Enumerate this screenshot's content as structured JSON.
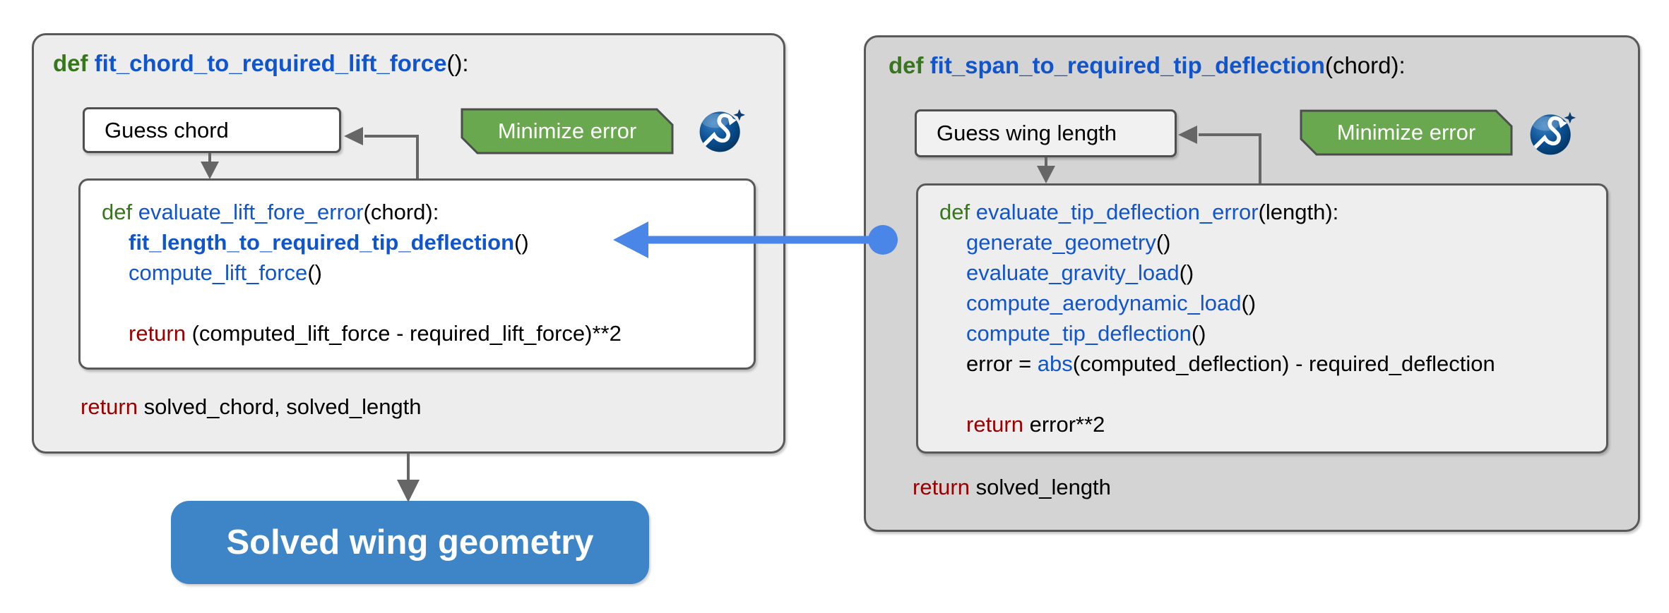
{
  "colors": {
    "keyword_green": "#38761d",
    "function_blue": "#1155cc",
    "return_red": "#990000",
    "green_button": "#6aa84f",
    "blue_button": "#3d85c6",
    "arrow_blue": "#4a86e8",
    "line_gray": "#666666"
  },
  "left_panel": {
    "signature": [
      {
        "tokens": [
          {
            "t": "def ",
            "c": "kwb"
          },
          {
            "t": "fit_chord_to_required_lift_force",
            "c": "fnb"
          },
          {
            "t": "():",
            "c": "pl"
          }
        ]
      }
    ],
    "guess_label": "Guess chord",
    "minimize_label": "Minimize error",
    "scipy_icon": "scipy-logo",
    "code_lines": [
      {
        "tokens": [
          {
            "t": "def ",
            "c": "kw"
          },
          {
            "t": "evaluate_lift_fore_error",
            "c": "fn"
          },
          {
            "t": "(chord):",
            "c": "pl"
          }
        ]
      },
      {
        "indent": 1,
        "tokens": [
          {
            "t": "fit_length_to_required_tip_deflection",
            "c": "fnb"
          },
          {
            "t": "()",
            "c": "pl"
          }
        ]
      },
      {
        "indent": 1,
        "tokens": [
          {
            "t": "compute_lift_force",
            "c": "fn"
          },
          {
            "t": "()",
            "c": "pl"
          }
        ]
      },
      {
        "tokens": []
      },
      {
        "indent": 1,
        "tokens": [
          {
            "t": "return",
            "c": "ret"
          },
          {
            "t": " (computed_lift_force - required_lift_force)**2",
            "c": "pl"
          }
        ]
      }
    ],
    "return_line": [
      {
        "tokens": [
          {
            "t": "return",
            "c": "ret"
          },
          {
            "t": " solved_chord, solved_length",
            "c": "pl"
          }
        ]
      }
    ]
  },
  "right_panel": {
    "signature": [
      {
        "tokens": [
          {
            "t": "def ",
            "c": "kwb"
          },
          {
            "t": "fit_span_to_required_tip_deflection",
            "c": "fnb"
          },
          {
            "t": "(chord):",
            "c": "pl"
          }
        ]
      }
    ],
    "guess_label": "Guess wing length",
    "minimize_label": "Minimize error",
    "scipy_icon": "scipy-logo",
    "code_lines": [
      {
        "tokens": [
          {
            "t": "def ",
            "c": "kw"
          },
          {
            "t": "evaluate_tip_deflection_error",
            "c": "fn"
          },
          {
            "t": "(length):",
            "c": "pl"
          }
        ]
      },
      {
        "indent": 1,
        "tokens": [
          {
            "t": "generate_geometry",
            "c": "fn"
          },
          {
            "t": "()",
            "c": "pl"
          }
        ]
      },
      {
        "indent": 1,
        "tokens": [
          {
            "t": "evaluate_gravity_load",
            "c": "fn"
          },
          {
            "t": "()",
            "c": "pl"
          }
        ]
      },
      {
        "indent": 1,
        "tokens": [
          {
            "t": "compute_aerodynamic_load",
            "c": "fn"
          },
          {
            "t": "()",
            "c": "pl"
          }
        ]
      },
      {
        "indent": 1,
        "tokens": [
          {
            "t": "compute_tip_deflection",
            "c": "fn"
          },
          {
            "t": "()",
            "c": "pl"
          }
        ]
      },
      {
        "indent": 1,
        "tokens": [
          {
            "t": "error = ",
            "c": "pl"
          },
          {
            "t": "abs",
            "c": "fn"
          },
          {
            "t": "(computed_deflection) - required_deflection",
            "c": "pl"
          }
        ]
      },
      {
        "tokens": []
      },
      {
        "indent": 1,
        "tokens": [
          {
            "t": "return",
            "c": "ret"
          },
          {
            "t": " error**2",
            "c": "pl"
          }
        ]
      }
    ],
    "return_line": [
      {
        "tokens": [
          {
            "t": "return",
            "c": "ret"
          },
          {
            "t": " solved_length",
            "c": "pl"
          }
        ]
      }
    ]
  },
  "solved_button": {
    "label": "Solved wing geometry"
  }
}
